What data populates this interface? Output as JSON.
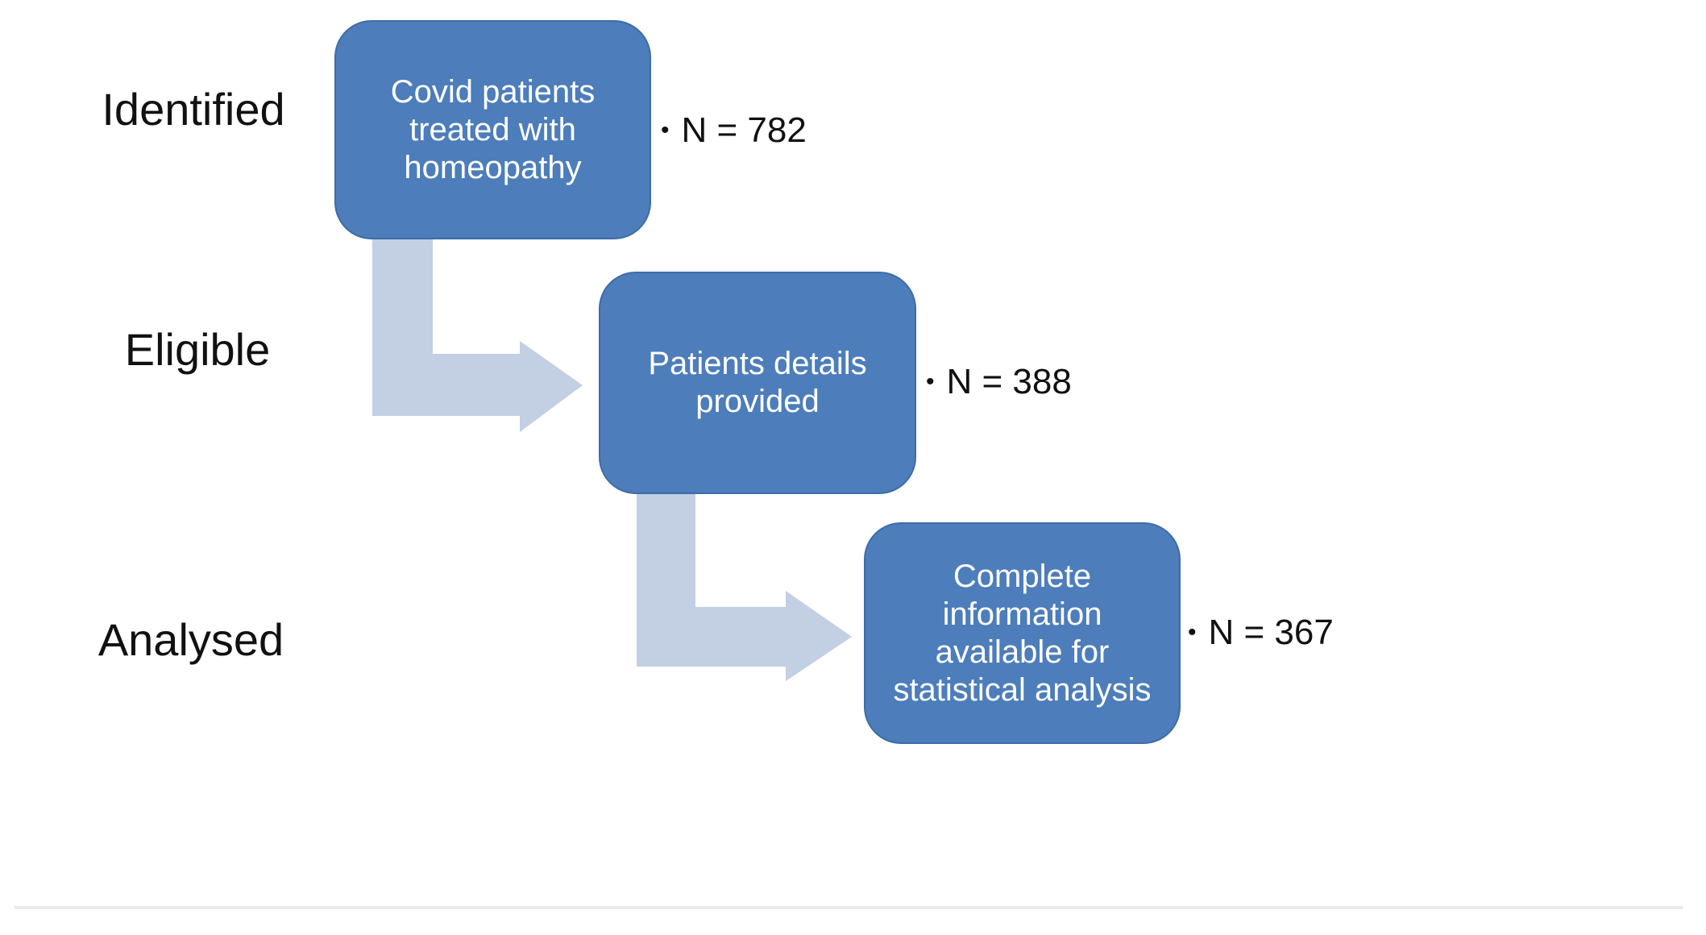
{
  "diagram": {
    "stages": [
      {
        "label": "Identified",
        "box_text": "Covid patients\ntreated with\nhomeopathy",
        "count_label": "N = 782"
      },
      {
        "label": "Eligible",
        "box_text": "Patients details\nprovided",
        "count_label": "N = 388"
      },
      {
        "label": "Analysed",
        "box_text": "Complete\ninformation\navailable for\nstatistical analysis",
        "count_label": "N = 367"
      }
    ],
    "bullet_char": "•",
    "colors": {
      "background": "#ffffff",
      "box_fill": "#4d7dba",
      "box_border": "#3d6ca8",
      "arrow_fill": "#c3cfe2",
      "label_text": "#111111",
      "box_text": "#ffffff",
      "divider": "#e7e9ee"
    }
  }
}
